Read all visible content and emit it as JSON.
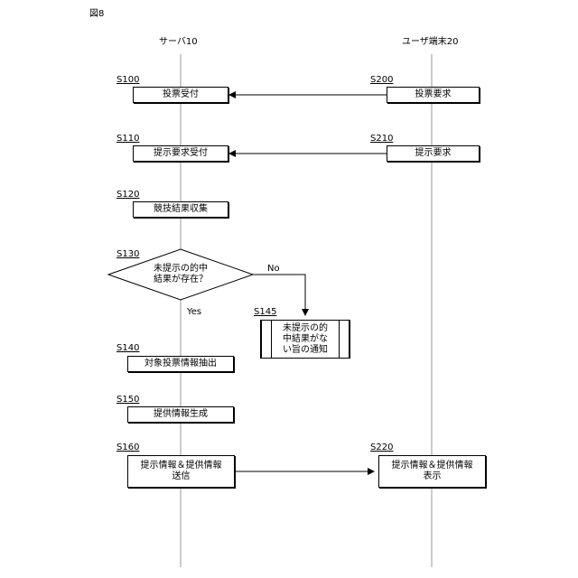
{
  "figure_label": "図8",
  "lanes": {
    "server": "サーバ10",
    "user": "ユーザ端末20"
  },
  "steps": {
    "s100": {
      "id": "S100",
      "label": "投票受付"
    },
    "s200": {
      "id": "S200",
      "label": "投票要求"
    },
    "s110": {
      "id": "S110",
      "label": "提示要求受付"
    },
    "s210": {
      "id": "S210",
      "label": "提示要求"
    },
    "s120": {
      "id": "S120",
      "label": "競技結果収集"
    },
    "s130": {
      "id": "S130",
      "label": "未提示の的中\n結果が存在？"
    },
    "s145": {
      "id": "S145",
      "label": "未提示の的\n中結果がな\nい旨の通知"
    },
    "s140": {
      "id": "S140",
      "label": "対象投票情報抽出"
    },
    "s150": {
      "id": "S150",
      "label": "提供情報生成"
    },
    "s160": {
      "id": "S160",
      "label": "提示情報＆提供情報\n送信"
    },
    "s220": {
      "id": "S220",
      "label": "提示情報＆提供情報\n表示"
    }
  },
  "branch": {
    "no": "No",
    "yes": "Yes"
  }
}
